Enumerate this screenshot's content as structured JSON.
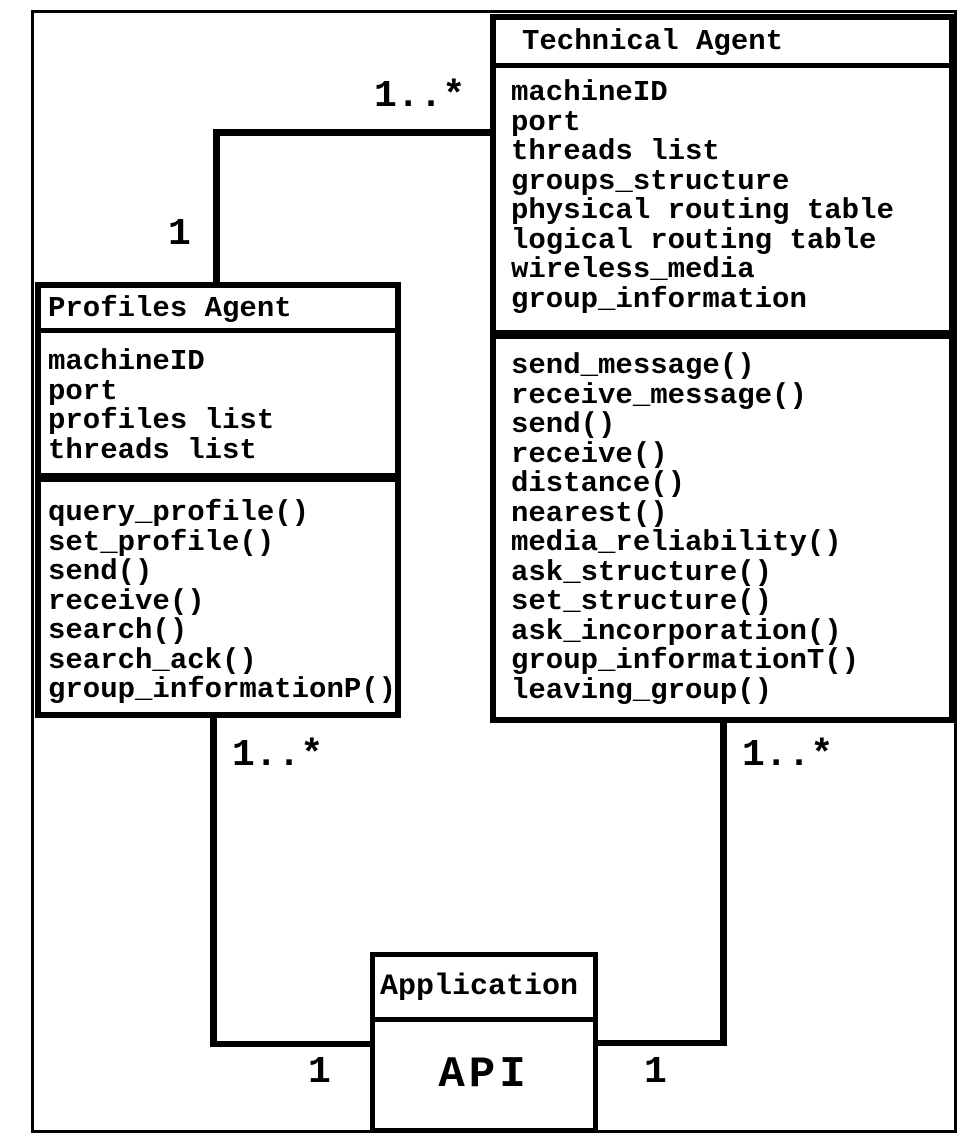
{
  "diagram_type": "uml-class-diagram",
  "classes": {
    "technical_agent": {
      "title": "Technical Agent",
      "attributes": [
        "machineID",
        "port",
        "threads list",
        "groups_structure",
        "physical routing table",
        "logical routing table",
        "wireless_media",
        "group_information"
      ],
      "methods": [
        "send_message()",
        "receive_message()",
        "send()",
        "receive()",
        "distance()",
        "nearest()",
        "media_reliability()",
        "ask_structure()",
        "set_structure()",
        "ask_incorporation()",
        "group_informationT()",
        "leaving_group()"
      ]
    },
    "profiles_agent": {
      "title": "Profiles Agent",
      "attributes": [
        "machineID",
        "port",
        "profiles list",
        "threads list"
      ],
      "methods": [
        "query_profile()",
        "set_profile()",
        "send()",
        "receive()",
        "search()",
        "search_ack()",
        "group_informationP()"
      ]
    },
    "application": {
      "title": "Application",
      "body": "API"
    }
  },
  "associations": {
    "profiles_technical": {
      "profiles_end": "1",
      "technical_end": "1..*"
    },
    "profiles_application": {
      "profiles_end": "1..*",
      "application_end": "1"
    },
    "technical_application": {
      "technical_end": "1..*",
      "application_end": "1"
    }
  },
  "colors": {
    "line": "#000000",
    "background": "#ffffff"
  }
}
